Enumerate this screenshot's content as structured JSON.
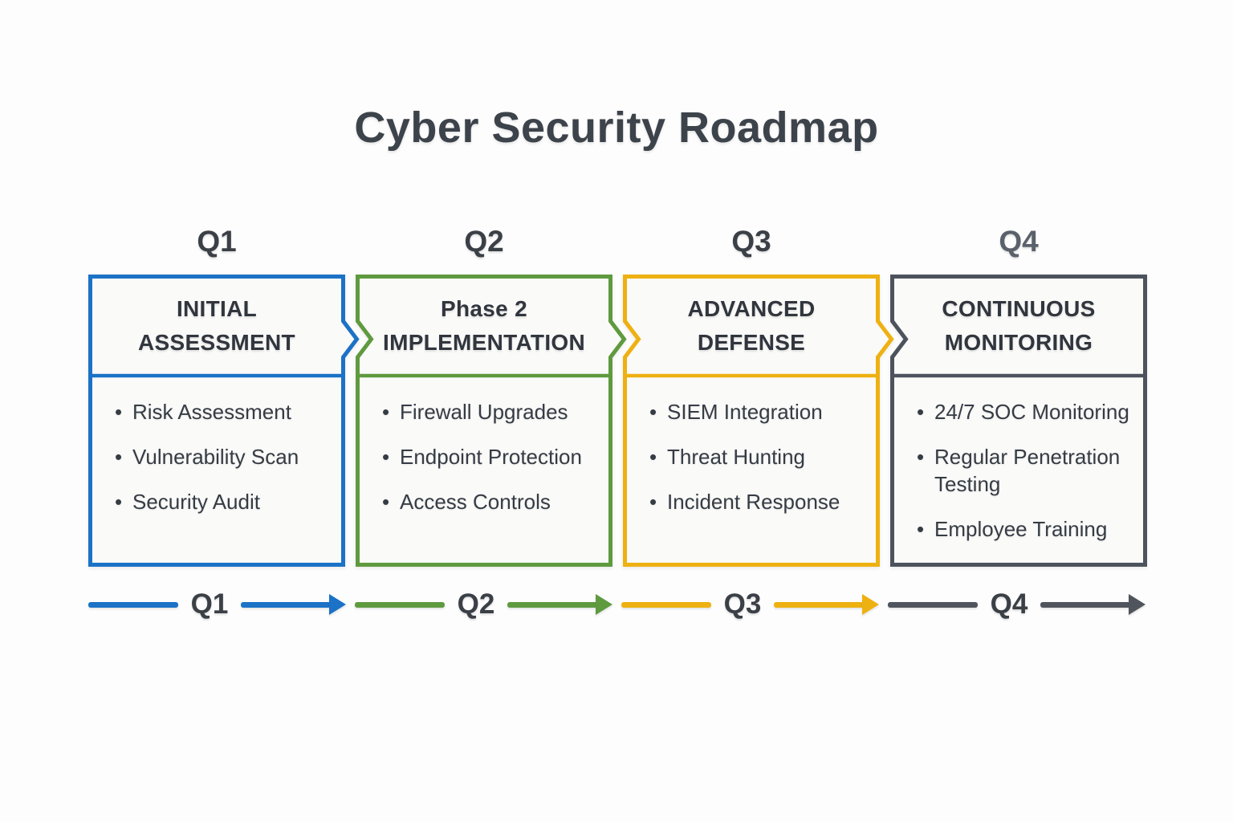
{
  "title": "Cyber Security Roadmap",
  "quarter_labels": [
    "Q1",
    "Q2",
    "Q3",
    "Q4"
  ],
  "phases": [
    {
      "quarter": "Q1",
      "color": "#1b72c6",
      "title_lines": [
        "INITIAL",
        "ASSESSMENT"
      ],
      "items": [
        "Risk Assessment",
        "Vulnerability Scan",
        "Security Audit"
      ]
    },
    {
      "quarter": "Q2",
      "color": "#5f9a3f",
      "title_lines": [
        "Phase 2",
        "IMPLEMENTATION"
      ],
      "items": [
        "Firewall Upgrades",
        "Endpoint Protection",
        "Access Controls"
      ]
    },
    {
      "quarter": "Q3",
      "color": "#eeb112",
      "title_lines": [
        "ADVANCED",
        "DEFENSE"
      ],
      "items": [
        "SIEM Integration",
        "Threat Hunting",
        "Incident Response"
      ]
    },
    {
      "quarter": "Q4",
      "color": "#4d535c",
      "title_lines": [
        "CONTINUOUS",
        "MONITORING"
      ],
      "items": [
        "24/7 SOC Monitoring",
        "Regular Penetration Testing",
        "Employee Training"
      ]
    }
  ],
  "timeline": [
    {
      "label": "Q1",
      "color": "#1b72c6"
    },
    {
      "label": "Q2",
      "color": "#5f9a3f"
    },
    {
      "label": "Q3",
      "color": "#eeb112"
    },
    {
      "label": "Q4",
      "color": "#50555d"
    }
  ],
  "bullet_glyph": "•",
  "colors": {
    "title_text": "#3d434b",
    "quarter_label_text": "#3b4047",
    "quarter4_label_text": "#5a616b",
    "item_text": "#363c44",
    "box_fill": "#fafaf9",
    "background": "#fdfdfd"
  }
}
